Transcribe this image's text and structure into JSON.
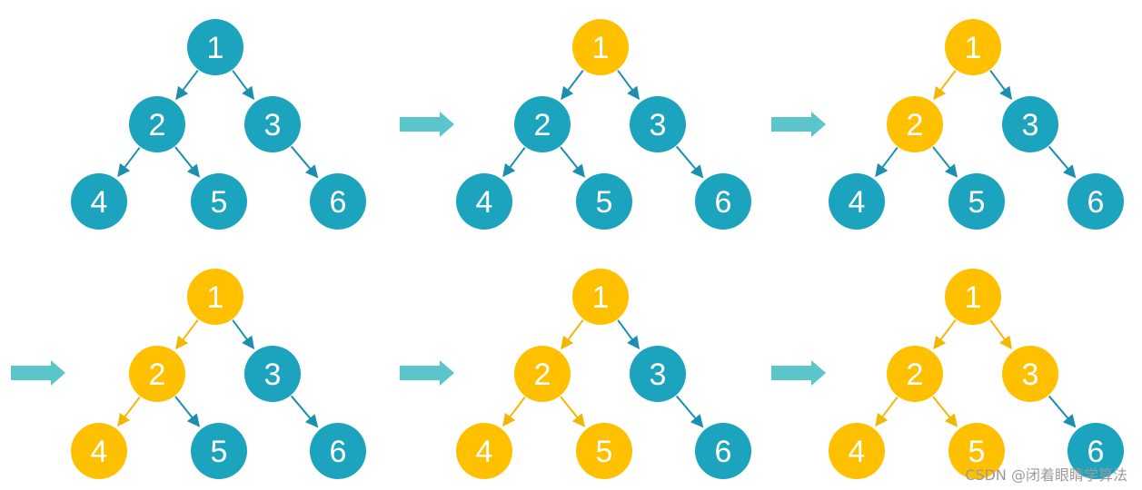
{
  "colors": {
    "unvisited": "#1ca3bd",
    "visited": "#ffc000",
    "edge_unvisited": "#1a8fb0",
    "edge_visited": "#f2b705",
    "step_arrow": "#5bc5cc",
    "background": "#ffffff"
  },
  "tree": {
    "nodes": [
      "1",
      "2",
      "3",
      "4",
      "5",
      "6"
    ],
    "edges": [
      [
        "1",
        "2"
      ],
      [
        "1",
        "3"
      ],
      [
        "2",
        "4"
      ],
      [
        "2",
        "5"
      ],
      [
        "3",
        "6"
      ]
    ]
  },
  "steps": [
    {
      "visited": []
    },
    {
      "visited": [
        "1"
      ]
    },
    {
      "visited": [
        "1",
        "2"
      ]
    },
    {
      "visited": [
        "1",
        "2",
        "4"
      ]
    },
    {
      "visited": [
        "1",
        "2",
        "4",
        "5"
      ]
    },
    {
      "visited": [
        "1",
        "2",
        "4",
        "5",
        "3"
      ]
    }
  ],
  "step_arrow_icon": "right-arrow-icon",
  "watermark": "CSDN @闭着眼睛学算法"
}
